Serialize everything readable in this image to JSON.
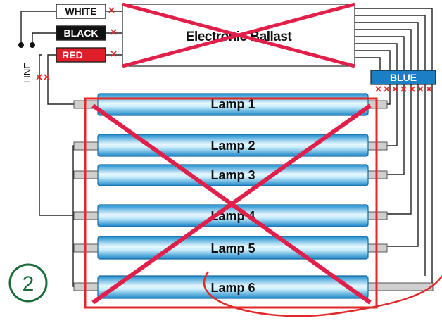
{
  "ballast": {
    "label": "Electronic Ballast"
  },
  "wires": {
    "white": "WHITE",
    "black": "BLACK",
    "red": "RED",
    "blue": "BLUE"
  },
  "line_label": "LINE",
  "step_number": "2",
  "lamps": [
    {
      "label": "Lamp 1"
    },
    {
      "label": "Lamp 2"
    },
    {
      "label": "Lamp 3"
    },
    {
      "label": "Lamp 4"
    },
    {
      "label": "Lamp 5"
    },
    {
      "label": "Lamp 6"
    }
  ],
  "colors": {
    "cross_red": "#e0204a",
    "box_red": "#e02a2a",
    "blue_tag": "#1a7fc4",
    "red_tag": "#e01e2a",
    "black_tag": "#111111",
    "step_green": "#1a6b3a"
  }
}
